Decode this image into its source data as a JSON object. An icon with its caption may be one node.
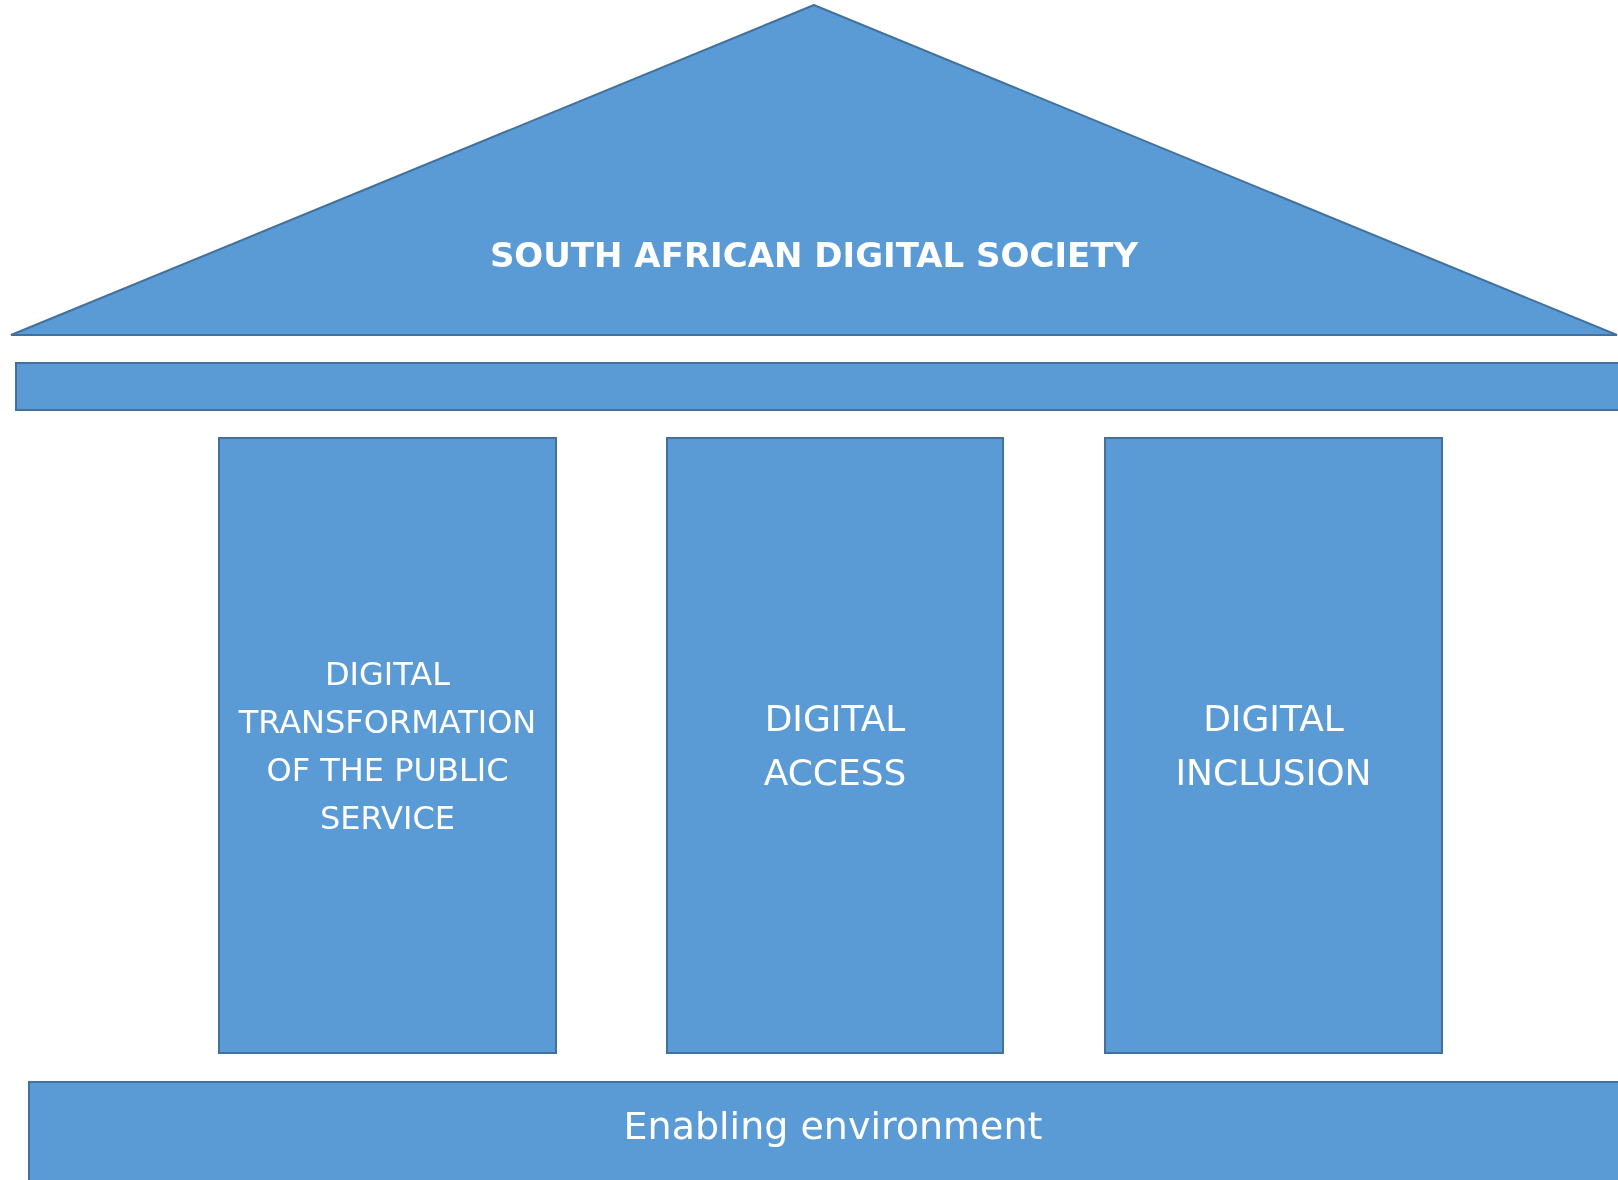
{
  "diagram": {
    "nodes": [
      {
        "text": [
          "SOUTH AFRICAN DIGITAL SOCIETY"
        ]
      },
      {
        "text": [],
        "shape": "bar"
      },
      {
        "text": [
          "DIGITAL TRANSFORMATION OF THE PUBLIC SERVICE"
        ]
      },
      {
        "text": [
          "DIGITAL ACCESS"
        ]
      },
      {
        "text": [
          "DIGITAL INCLUSION"
        ]
      },
      {
        "text": [
          "Enabling environment"
        ]
      }
    ],
    "edges": []
  }
}
